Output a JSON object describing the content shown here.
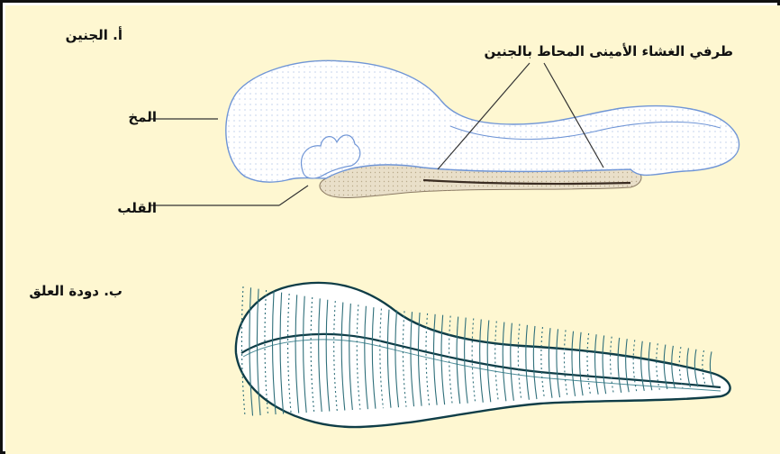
{
  "figure": {
    "background_color": "#fef7d1",
    "embryo_outline_color": "#6f95d6",
    "leech_outline_color": "#0f3d47"
  },
  "labels": {
    "part_a": "أ. الجنين",
    "amnion_edges": "طرفي الغشاء الأمينى المحاط بالجنين",
    "brain": "المخ",
    "heart": "القلب",
    "part_b": "ب. دودة العلق"
  }
}
